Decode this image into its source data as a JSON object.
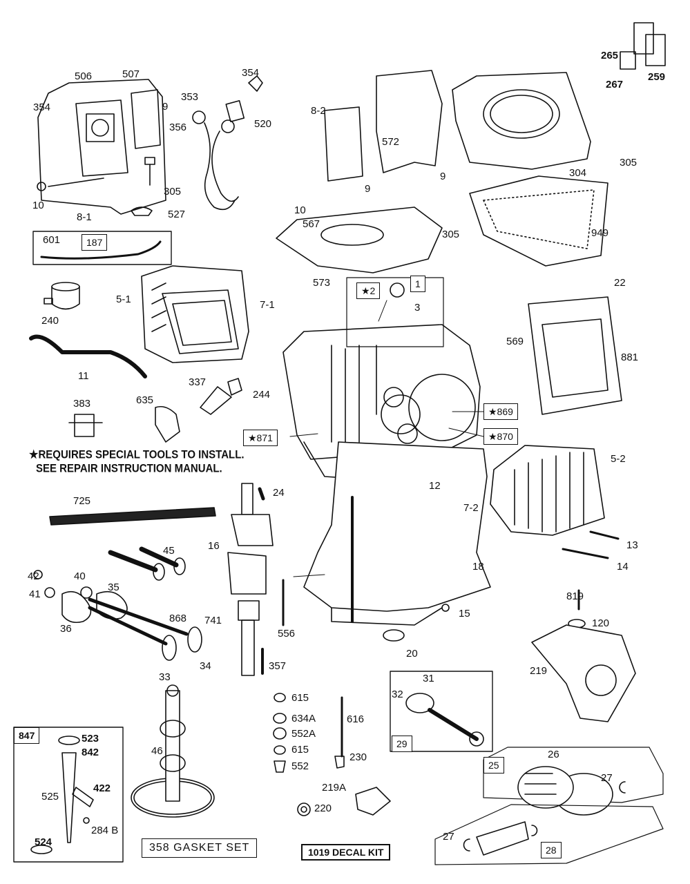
{
  "notes": {
    "line1": "★REQUIRES SPECIAL TOOLS TO INSTALL.",
    "line2": "SEE REPAIR INSTRUCTION MANUAL."
  },
  "kits": {
    "gasket_set": "358  GASKET SET",
    "decal_kit": "1019 DECAL KIT"
  },
  "boxed_labels": {
    "b1": "1",
    "b2": "★2",
    "b869": "★869",
    "b870": "★870",
    "b871": "★871",
    "b187": "187",
    "b847": "847",
    "b29": "29",
    "b25": "25",
    "b28": "28"
  },
  "part_labels": {
    "p506": "506",
    "p507": "507",
    "p354a": "354",
    "p354b": "354",
    "p353": "353",
    "p356": "356",
    "p520": "520",
    "p9a": "9",
    "p10a": "10",
    "p305a": "305",
    "p8_1": "8-1",
    "p527": "527",
    "p8_2": "8-2",
    "p572": "572",
    "p9b": "9",
    "p9c": "9",
    "p10b": "10",
    "p567": "567",
    "p305b": "305",
    "p573": "573",
    "p265": "265",
    "p267": "267",
    "p259": "259",
    "p304": "304",
    "p305c": "305",
    "p949": "949",
    "p22": "22",
    "p3": "3",
    "p569": "569",
    "p881": "881",
    "p601": "601",
    "p5_1": "5-1",
    "p7_1": "7-1",
    "p240": "240",
    "p11": "11",
    "p337": "337",
    "p244": "244",
    "p635": "635",
    "p383": "383",
    "p12": "12",
    "p5_2": "5-2",
    "p7_2": "7-2",
    "p13": "13",
    "p14": "14",
    "p725": "725",
    "p24": "24",
    "p45": "45",
    "p16": "16",
    "p18": "18",
    "p42": "42",
    "p40": "40",
    "p35": "35",
    "p41": "41",
    "p36": "36",
    "p868": "868",
    "p741": "741",
    "p556": "556",
    "p15": "15",
    "p819": "819",
    "p120": "120",
    "p34": "34",
    "p33": "33",
    "p357": "357",
    "p20": "20",
    "p219": "219",
    "p615a": "615",
    "p634A": "634A",
    "p552A": "552A",
    "p615b": "615",
    "p552": "552",
    "p616": "616",
    "p230": "230",
    "p31": "31",
    "p32": "32",
    "p46": "46",
    "p219A": "219A",
    "p220": "220",
    "p26": "26",
    "p27a": "27",
    "p27b": "27",
    "p523": "523",
    "p842": "842",
    "p422": "422",
    "p525": "525",
    "p284B": "284 B",
    "p524": "524"
  }
}
